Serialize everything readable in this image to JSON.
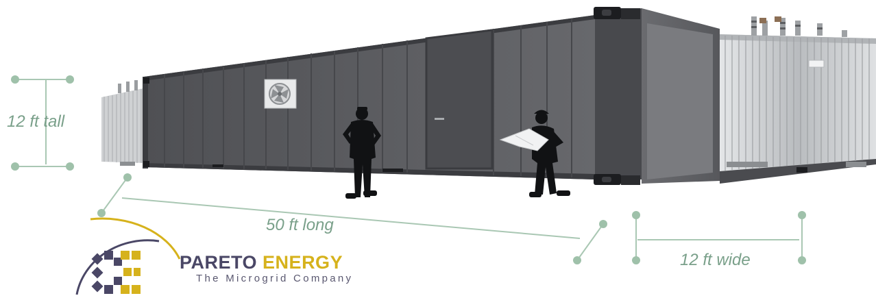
{
  "dimensions": {
    "height_label": "12 ft tall",
    "length_label": "50 ft long",
    "width_label": "12 ft wide"
  },
  "brand": {
    "name_part1": "PARETO",
    "name_part2": "ENERGY",
    "tagline": "The Microgrid Company"
  },
  "colors": {
    "container": "#5e5f63",
    "container_dark": "#3f4044",
    "transformer": "#c9cbcd",
    "dimension_lines": "#7aa08a",
    "brand_navy": "#4a4766",
    "brand_gold": "#d6b21c"
  },
  "icons": [
    "ventilation-fan-icon",
    "worker-silhouette",
    "engineer-with-blueprint-silhouette",
    "pareto-energy-logo-mark"
  ]
}
